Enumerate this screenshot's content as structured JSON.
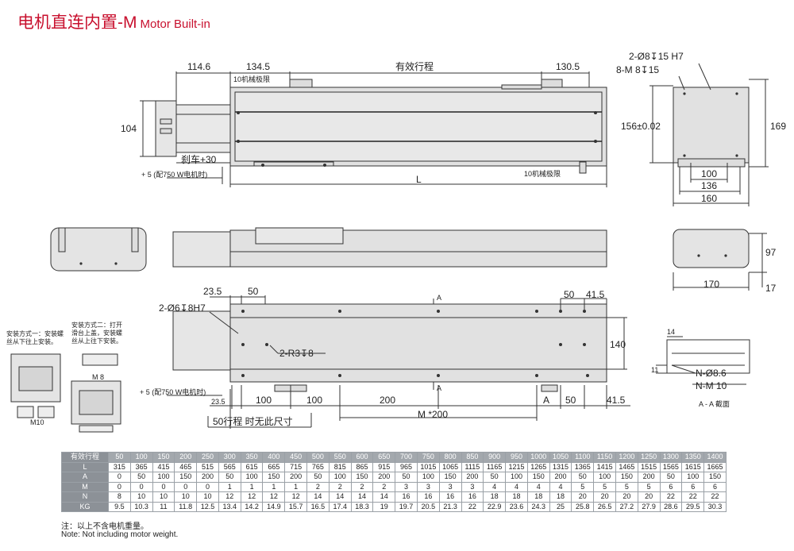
{
  "title": {
    "cn": "电机直连内置-M",
    "en": "Motor Built-in"
  },
  "top_view": {
    "dims_top": [
      "114.6",
      "134.5",
      "有效行程",
      "130.5"
    ],
    "dim_left": "104",
    "label_limit_top": "10机械极限",
    "label_limit_bottom": "10机械极限",
    "brake": "刹车+30",
    "plus5": "+ 5 (配750 W电机时)",
    "length": "L"
  },
  "end_view": {
    "holes1": "2-Ø8↧15 H7",
    "holes2": "8-M 8↧15",
    "height_left": "156±0.02",
    "height_right": "169",
    "w1": "100",
    "w2": "136",
    "w3": "160"
  },
  "side_end_view": {
    "h1": "97",
    "h2": "17",
    "w": "170"
  },
  "bottom_view": {
    "d1": "23.5",
    "d2": "50",
    "holes": "2-Ø6↧8H7",
    "r3": "2-R3↧8",
    "sec_a": "A",
    "d50": "50",
    "d415": "41.5",
    "h140": "140",
    "d235b": "23.5",
    "d100a": "100",
    "d100b": "100",
    "d200": "200",
    "d50b": "50",
    "d415b": "41.5",
    "m200": "M *200",
    "plus5": "+ 5 (配750 W电机时)",
    "no_size": "50行程 时无此尺寸"
  },
  "mount": {
    "method1": "安装方式一：安装螺丝从下往上安装。",
    "method2": "安装方式二：打开滑台上盖，安装螺丝从上往下安装。",
    "m10": "M10",
    "m8": "M 8"
  },
  "section_view": {
    "d14": "14",
    "d11": "11",
    "n86": "N-Ø8.6",
    "nm10": "N-M 10",
    "caption": "A - A 截面"
  },
  "table": {
    "header_label": "有效行程",
    "strokes": [
      "50",
      "100",
      "150",
      "200",
      "250",
      "300",
      "350",
      "400",
      "450",
      "500",
      "550",
      "600",
      "650",
      "700",
      "750",
      "800",
      "850",
      "900",
      "950",
      "1000",
      "1050",
      "1100",
      "1150",
      "1200",
      "1250",
      "1300",
      "1350",
      "1400"
    ],
    "rows": [
      {
        "label": "L",
        "values": [
          "315",
          "365",
          "415",
          "465",
          "515",
          "565",
          "615",
          "665",
          "715",
          "765",
          "815",
          "865",
          "915",
          "965",
          "1015",
          "1065",
          "1115",
          "1165",
          "1215",
          "1265",
          "1315",
          "1365",
          "1415",
          "1465",
          "1515",
          "1565",
          "1615",
          "1665"
        ]
      },
      {
        "label": "A",
        "values": [
          "0",
          "50",
          "100",
          "150",
          "200",
          "50",
          "100",
          "150",
          "200",
          "50",
          "100",
          "150",
          "200",
          "50",
          "100",
          "150",
          "200",
          "50",
          "100",
          "150",
          "200",
          "50",
          "100",
          "150",
          "200",
          "50",
          "100",
          "150"
        ]
      },
      {
        "label": "M",
        "values": [
          "0",
          "0",
          "0",
          "0",
          "0",
          "1",
          "1",
          "1",
          "1",
          "2",
          "2",
          "2",
          "2",
          "3",
          "3",
          "3",
          "3",
          "4",
          "4",
          "4",
          "4",
          "5",
          "5",
          "5",
          "5",
          "6",
          "6",
          "6"
        ]
      },
      {
        "label": "N",
        "values": [
          "8",
          "10",
          "10",
          "10",
          "10",
          "12",
          "12",
          "12",
          "12",
          "14",
          "14",
          "14",
          "14",
          "16",
          "16",
          "16",
          "16",
          "18",
          "18",
          "18",
          "18",
          "20",
          "20",
          "20",
          "20",
          "22",
          "22",
          "22"
        ]
      },
      {
        "label": "KG",
        "values": [
          "9.5",
          "10.3",
          "11",
          "11.8",
          "12.5",
          "13.4",
          "14.2",
          "14.9",
          "15.7",
          "16.5",
          "17.4",
          "18.3",
          "19",
          "19.7",
          "20.5",
          "21.3",
          "22",
          "22.9",
          "23.6",
          "24.3",
          "25",
          "25.8",
          "26.5",
          "27.2",
          "27.9",
          "28.6",
          "29.5",
          "30.3"
        ]
      }
    ]
  },
  "notes": {
    "cn": "注：以上不含电机重量。",
    "en": "Note: Not including motor weight."
  }
}
